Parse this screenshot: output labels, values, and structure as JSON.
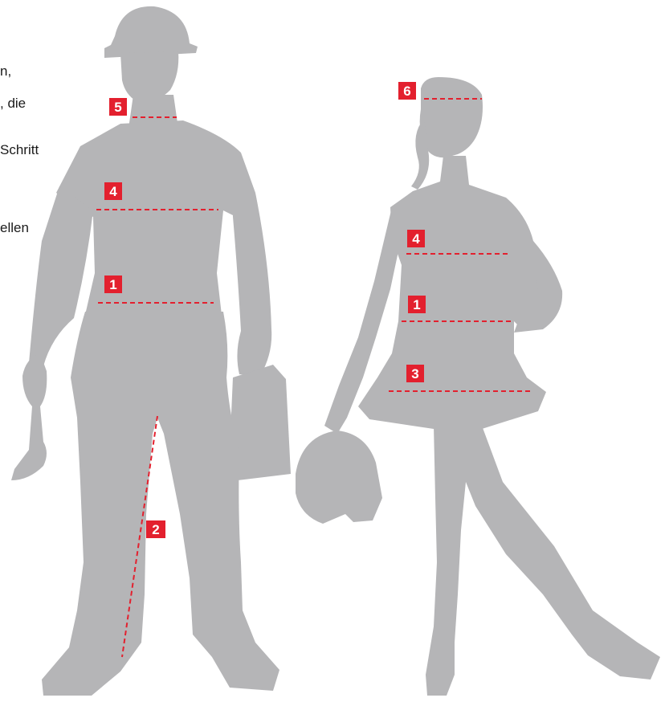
{
  "text_fragments": [
    {
      "id": "line1",
      "text": "n,"
    },
    {
      "id": "line2",
      "text": ", die"
    },
    {
      "id": "line3",
      "text": "Schritt"
    },
    {
      "id": "line4",
      "text": "ellen"
    }
  ],
  "badges": [
    {
      "id": "man-neck",
      "label": "5"
    },
    {
      "id": "man-chest",
      "label": "4"
    },
    {
      "id": "man-waist",
      "label": "1"
    },
    {
      "id": "man-inseam",
      "label": "2"
    },
    {
      "id": "woman-head",
      "label": "6"
    },
    {
      "id": "woman-chest",
      "label": "4"
    },
    {
      "id": "woman-waist",
      "label": "1"
    },
    {
      "id": "woman-hip",
      "label": "3"
    }
  ],
  "colors": {
    "silhouette": "#b5b5b7",
    "marker": "#e3202e",
    "badge_text": "#ffffff"
  }
}
